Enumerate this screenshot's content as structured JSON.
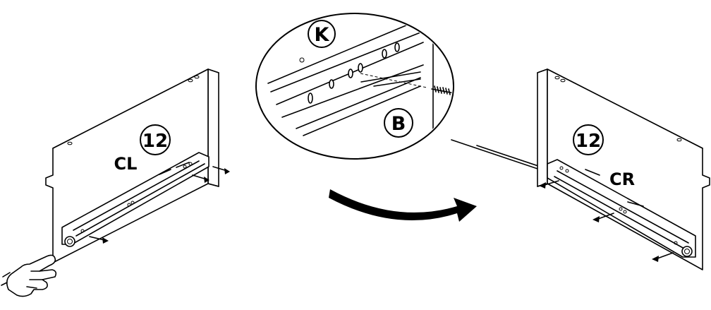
{
  "diagram": {
    "left_panel": {
      "step_number": "12",
      "panel_label": "CL"
    },
    "right_panel": {
      "step_number": "12",
      "panel_label": "CR"
    },
    "detail_callout": {
      "part_label_hole": "K",
      "part_label_screw": "B"
    },
    "icons": {
      "hand": "hand-pointing-icon",
      "arrow": "rotate-arrow-icon",
      "screw": "screw-icon"
    }
  }
}
